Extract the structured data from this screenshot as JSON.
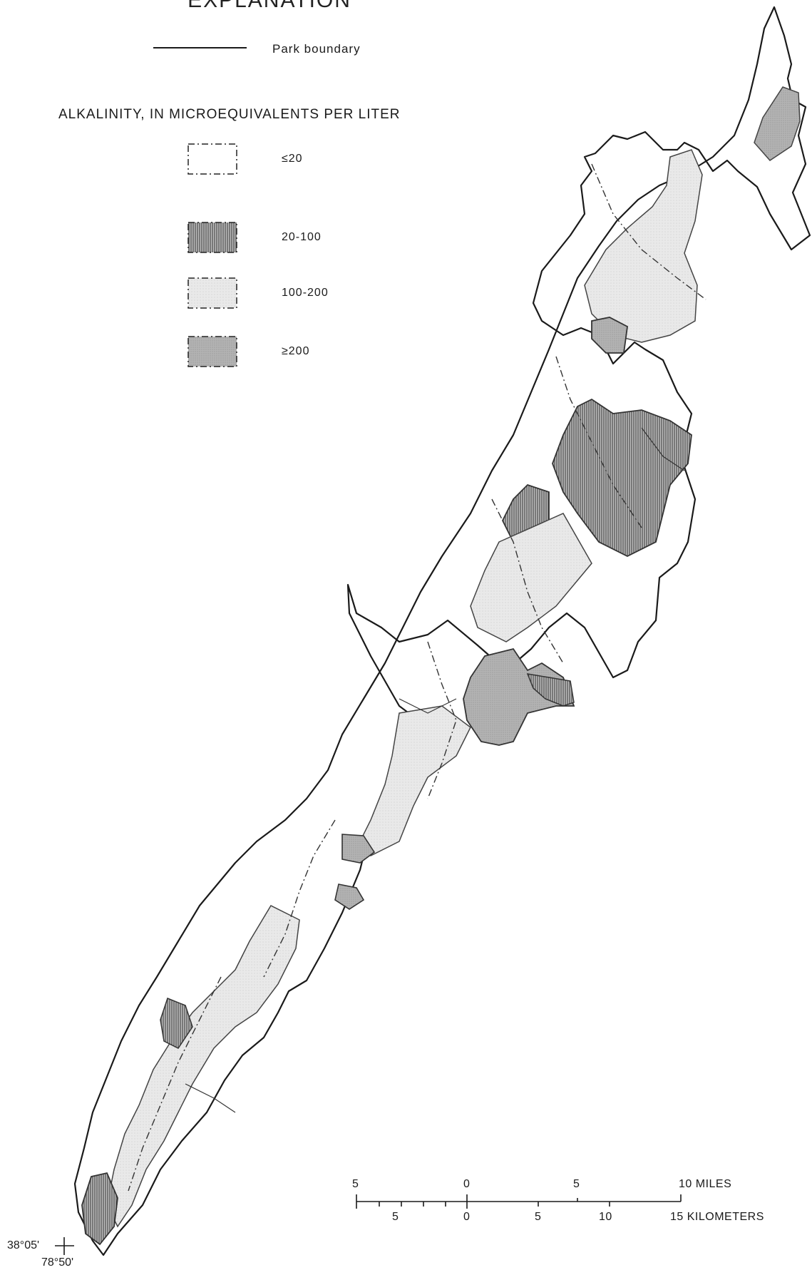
{
  "legend": {
    "title": "EXPLANATION",
    "boundary_label": "Park boundary",
    "subtitle": "ALKALINITY, IN MICROEQUIVALENTS PER LITER",
    "classes": [
      {
        "label": "≤20",
        "fill": "#ffffff",
        "key": "c1"
      },
      {
        "label": "20-100",
        "fill": "#8c8c8c",
        "key": "c2"
      },
      {
        "label": "100-200",
        "fill": "#e6e6e6",
        "key": "c3"
      },
      {
        "label": "≥200",
        "fill": "#b4b4b4",
        "key": "c4"
      }
    ]
  },
  "scale_bar": {
    "miles_ticks": [
      "5",
      "0",
      "5",
      "10 MILES"
    ],
    "km_ticks": [
      "5",
      "0",
      "5",
      "10",
      "15 KILOMETERS"
    ]
  },
  "coordinates": {
    "latitude": "38°05'",
    "longitude": "78°50'"
  },
  "colors": {
    "boundary": "#1a1a1a",
    "basin_line": "#333333"
  }
}
